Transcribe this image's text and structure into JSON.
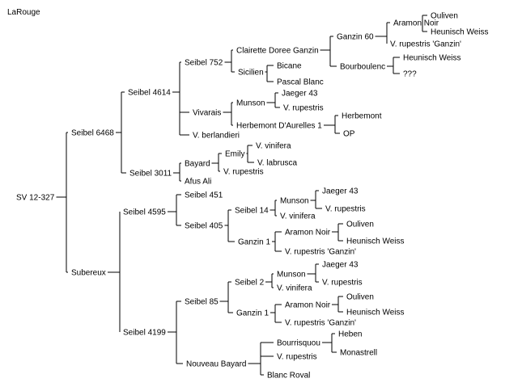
{
  "title": "LaRouge",
  "tree": {
    "label": "SV 12-327",
    "children": [
      {
        "label": "Seibel 6468",
        "children": [
          {
            "label": "Seibel 4614",
            "children": [
              {
                "label": "Seibel 752",
                "children": [
                  {
                    "label": "Clairette Doree Ganzin",
                    "children": [
                      {
                        "label": "Ganzin 60",
                        "children": [
                          {
                            "label": "Aramon Noir",
                            "children": [
                              {
                                "label": "Ouliven"
                              },
                              {
                                "label": "Heunisch Weiss"
                              }
                            ]
                          },
                          {
                            "label": "V. rupestris 'Ganzin'"
                          }
                        ]
                      },
                      {
                        "label": "Bourboulenc",
                        "children": [
                          {
                            "label": "Heunisch Weiss"
                          },
                          {
                            "label": "???"
                          }
                        ]
                      }
                    ]
                  },
                  {
                    "label": "Sicilien",
                    "children": [
                      {
                        "label": "Bicane"
                      },
                      {
                        "label": "Pascal Blanc"
                      }
                    ]
                  }
                ]
              },
              {
                "label": "Vivarais",
                "children": [
                  {
                    "label": "Munson",
                    "children": [
                      {
                        "label": "Jaeger 43"
                      },
                      {
                        "label": "V. rupestris"
                      }
                    ]
                  },
                  {
                    "label": "Herbemont D'Aurelles 1",
                    "children": [
                      {
                        "label": "Herbemont"
                      },
                      {
                        "label": "OP"
                      }
                    ]
                  }
                ]
              },
              {
                "label": "V. berlandieri"
              }
            ]
          },
          {
            "label": "Seibel 3011",
            "children": [
              {
                "label": "Bayard",
                "children": [
                  {
                    "label": "Emily",
                    "children": [
                      {
                        "label": "V. vinifera"
                      },
                      {
                        "label": "V. labrusca"
                      }
                    ]
                  },
                  {
                    "label": "V. rupestris"
                  }
                ]
              },
              {
                "label": "Afus Ali"
              }
            ]
          }
        ]
      },
      {
        "label": "Subereux",
        "children": [
          {
            "label": "Seibel 4595",
            "children": [
              {
                "label": "Seibel 451"
              },
              {
                "label": "Seibel 405",
                "children": [
                  {
                    "label": "Seibel 14",
                    "children": [
                      {
                        "label": "Munson",
                        "children": [
                          {
                            "label": "Jaeger 43"
                          },
                          {
                            "label": "V. rupestris"
                          }
                        ]
                      },
                      {
                        "label": "V. vinifera"
                      }
                    ]
                  },
                  {
                    "label": "Ganzin 1",
                    "children": [
                      {
                        "label": "Aramon Noir",
                        "children": [
                          {
                            "label": "Ouliven"
                          },
                          {
                            "label": "Heunisch Weiss"
                          }
                        ]
                      },
                      {
                        "label": "V. rupestris 'Ganzin'"
                      }
                    ]
                  }
                ]
              }
            ]
          },
          {
            "label": "Seibel 4199",
            "children": [
              {
                "label": "Seibel 85",
                "children": [
                  {
                    "label": "Seibel 2",
                    "children": [
                      {
                        "label": "Munson",
                        "children": [
                          {
                            "label": "Jaeger 43"
                          },
                          {
                            "label": "V. rupestris"
                          }
                        ]
                      },
                      {
                        "label": "V. vinifera"
                      }
                    ]
                  },
                  {
                    "label": "Ganzin 1",
                    "children": [
                      {
                        "label": "Aramon Noir",
                        "children": [
                          {
                            "label": "Ouliven"
                          },
                          {
                            "label": "Heunisch Weiss"
                          }
                        ]
                      },
                      {
                        "label": "V. rupestris 'Ganzin'"
                      }
                    ]
                  }
                ]
              },
              {
                "label": "Nouveau Bayard",
                "children": [
                  {
                    "label": "Bourrisquou",
                    "children": [
                      {
                        "label": "Heben"
                      },
                      {
                        "label": "Monastrell"
                      }
                    ]
                  },
                  {
                    "label": "V. rupestris"
                  },
                  {
                    "label": "Blanc Roval"
                  }
                ]
              }
            ]
          }
        ]
      }
    ]
  }
}
